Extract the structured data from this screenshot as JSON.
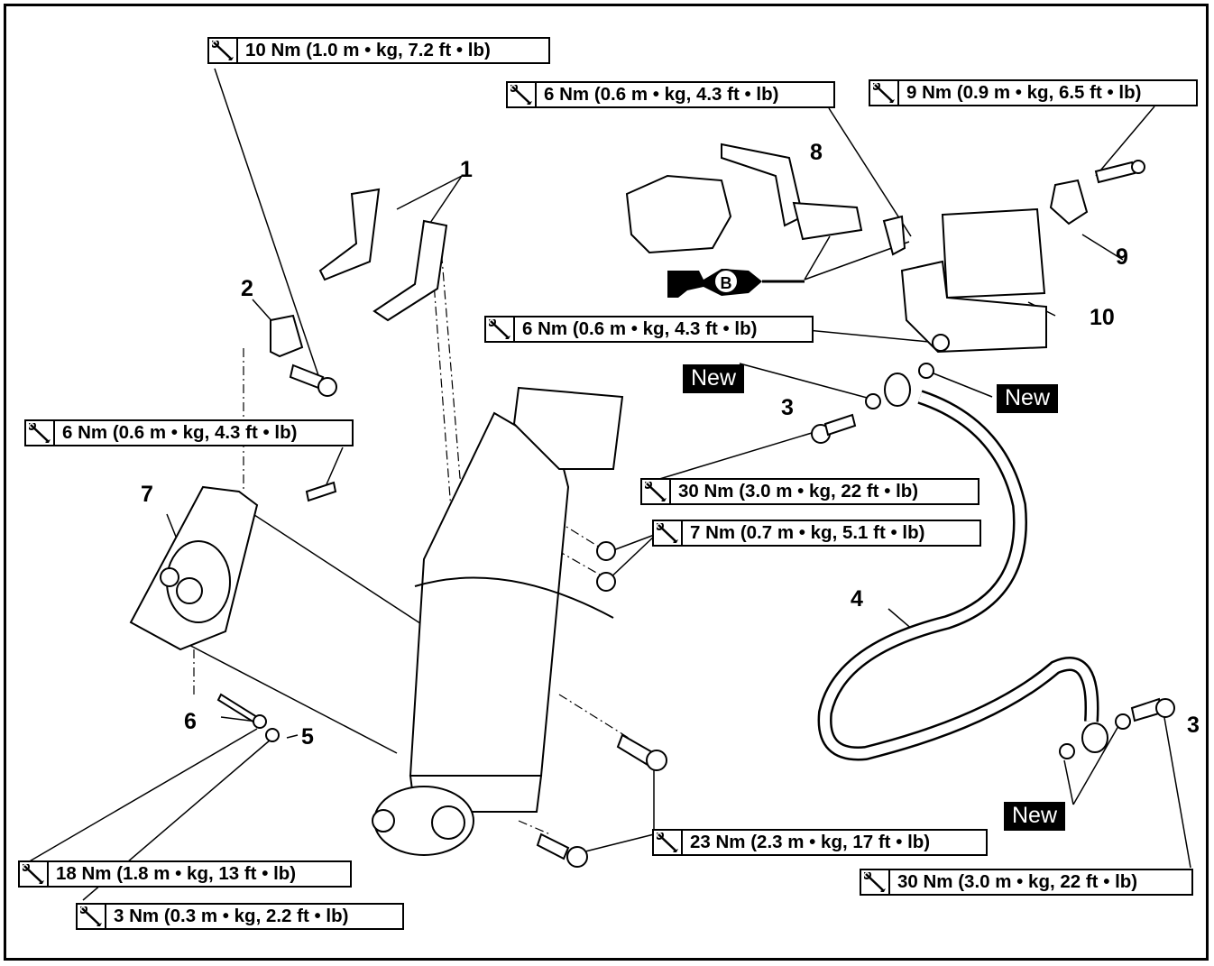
{
  "torque_specs": [
    {
      "id": "t1",
      "label": "10 Nm (1.0 m • kg, 7.2 ft • lb)"
    },
    {
      "id": "t2",
      "label": "6 Nm (0.6 m • kg, 4.3 ft • lb)"
    },
    {
      "id": "t3",
      "label": "9 Nm (0.9 m • kg, 6.5 ft • lb)"
    },
    {
      "id": "t4",
      "label": "6 Nm (0.6 m • kg, 4.3 ft • lb)"
    },
    {
      "id": "t5",
      "label": "6 Nm (0.6 m • kg, 4.3 ft • lb)"
    },
    {
      "id": "t6",
      "label": "30 Nm (3.0 m • kg, 22 ft • lb)"
    },
    {
      "id": "t7",
      "label": "7 Nm (0.7 m • kg, 5.1 ft • lb)"
    },
    {
      "id": "t8",
      "label": "23 Nm (2.3 m • kg, 17 ft • lb)"
    },
    {
      "id": "t9",
      "label": "30 Nm (3.0 m • kg, 22 ft • lb)"
    },
    {
      "id": "t10",
      "label": "18 Nm (1.8 m • kg, 13 ft • lb)"
    },
    {
      "id": "t11",
      "label": "3 Nm (0.3 m • kg, 2.2 ft • lb)"
    }
  ],
  "part_numbers": [
    "1",
    "2",
    "3",
    "3",
    "4",
    "5",
    "6",
    "7",
    "8",
    "9",
    "10"
  ],
  "new_tags": [
    "New",
    "New",
    "New"
  ],
  "grease_symbol": "B",
  "icons": {
    "torque": "torque-wrench-icon",
    "grease": "grease-gun-icon"
  }
}
